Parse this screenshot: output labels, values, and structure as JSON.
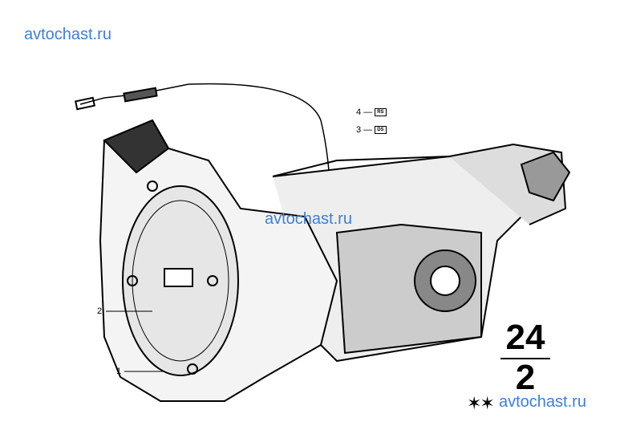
{
  "watermarks": [
    "avtochast.ru",
    "avtochast.ru",
    "avtochast.ru"
  ],
  "stars": "✶✶",
  "callouts": [
    {
      "num": "4",
      "code": "RS"
    },
    {
      "num": "3",
      "code": "DS"
    },
    {
      "num": "2"
    },
    {
      "num": "1"
    }
  ],
  "group": {
    "main": "24",
    "sub": "2"
  }
}
